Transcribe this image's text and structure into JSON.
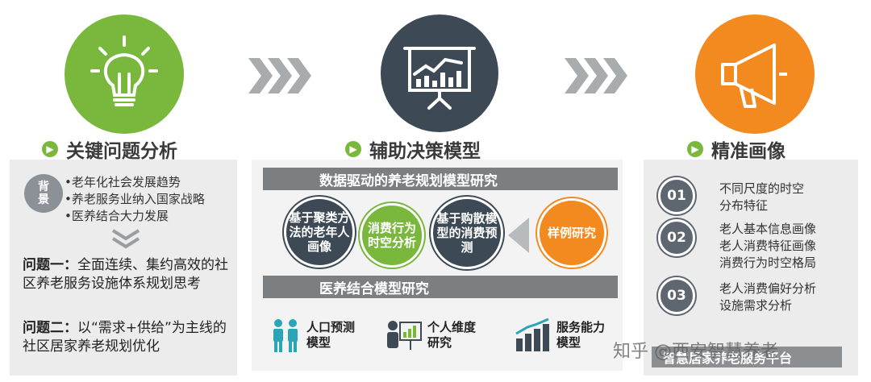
{
  "columns": [
    {
      "title": "关键问题分析",
      "icon": "lightbulb-icon",
      "color": "#79b83d"
    },
    {
      "title": "辅助决策模型",
      "icon": "presentation-chart-icon",
      "color": "#3d4a55"
    },
    {
      "title": "精准画像",
      "icon": "megaphone-icon",
      "color": "#f28a1f"
    }
  ],
  "panel1": {
    "badge": [
      "背",
      "景"
    ],
    "bullets": [
      "•老年化社会发展趋势",
      "•养老服务业纳入国家战略",
      "•医养结合大力发展"
    ],
    "q1_label": "问题一：",
    "q1_text": "全面连续、集约高效的社区养老服务设施体系规划思考",
    "q2_label": "问题二：",
    "q2_text": "以“需求+供给”为主线的社区居家养老规划优化"
  },
  "panel2": {
    "bar1": "数据驱动的养老规划模型研究",
    "bar2": "医养结合模型研究",
    "models": [
      "基于聚类方法的老年人画像",
      "消费行为时空分析",
      "基于购散模型的消费预测",
      "样例研究"
    ],
    "sub_models": [
      "人口预测模型",
      "个人维度研究",
      "服务能力模型"
    ]
  },
  "panel3": {
    "items": [
      {
        "num": "01",
        "text": "不同尺度的时空分布特征"
      },
      {
        "num": "02",
        "text": "老人基本信息画像老人消费特征画像消费行为时空格局"
      },
      {
        "num": "03",
        "text": "老人消费偏好分析设施需求分析"
      }
    ],
    "bottom": "智慧居家养老服务平台"
  },
  "watermark": "知乎 @西安智慧养老"
}
